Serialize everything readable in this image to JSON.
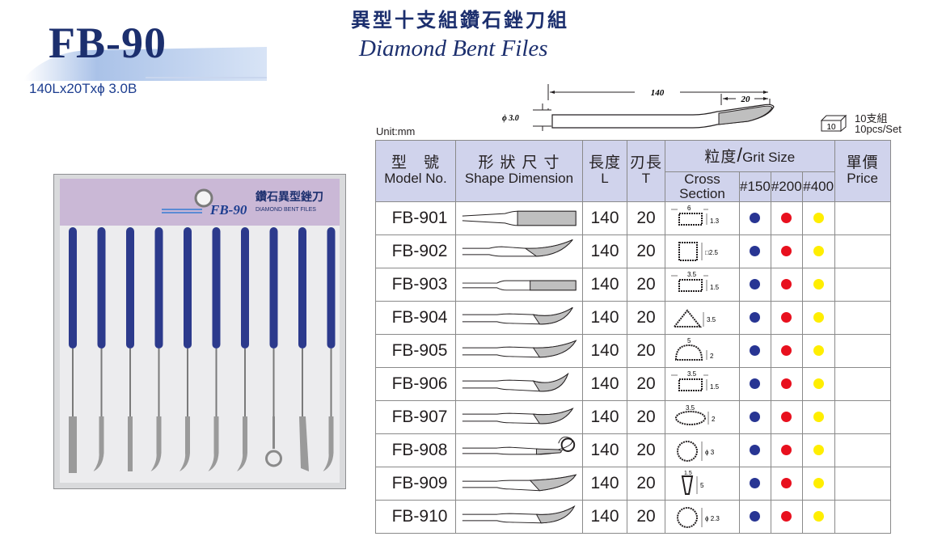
{
  "header": {
    "model_code": "FB-90",
    "title_zh": "異型十支組鑽石銼刀組",
    "title_en": "Diamond Bent Files",
    "spec_line": "140Lx20Txϕ 3.0B"
  },
  "product_photo": {
    "package_label_model": "FB-90",
    "package_label_zh": "鑽石異型銼刀",
    "package_label_en": "DIAMOND BENT FILES"
  },
  "drawing": {
    "length": "140",
    "tip_length": "20",
    "diameter": "ϕ 3.0"
  },
  "unit_label": "Unit:mm",
  "set_info": {
    "icon": "box-icon",
    "icon_text": "10",
    "zh": "10支組",
    "en": "10pcs/Set"
  },
  "table": {
    "headers": {
      "model_zh": "型　號",
      "model_en": "Model No.",
      "shape_zh": "形 狀 尺 寸",
      "shape_en": "Shape Dimension",
      "length_zh": "長度",
      "length_en": "L",
      "tip_zh": "刃長",
      "tip_en": "T",
      "grit_zh": "粒度",
      "grit_slash": "/",
      "grit_en": "Grit Size",
      "cross_section": "Cross Section",
      "g150": "#150",
      "g200": "#200",
      "g400": "#400",
      "price_zh": "單價",
      "price_en": "Price"
    },
    "grit_colors": {
      "g150": "#283593",
      "g200": "#e8101e",
      "g400": "#ffee00"
    },
    "rows": [
      {
        "model": "FB-901",
        "length": "140",
        "tip": "20",
        "xs": "flat",
        "dims": [
          "6",
          "1.3"
        ]
      },
      {
        "model": "FB-902",
        "length": "140",
        "tip": "20",
        "xs": "square",
        "dims": [
          "□2.5"
        ]
      },
      {
        "model": "FB-903",
        "length": "140",
        "tip": "20",
        "xs": "flat",
        "dims": [
          "3.5",
          "1.5"
        ]
      },
      {
        "model": "FB-904",
        "length": "140",
        "tip": "20",
        "xs": "triangle",
        "dims": [
          "3.5"
        ]
      },
      {
        "model": "FB-905",
        "length": "140",
        "tip": "20",
        "xs": "half-round",
        "dims": [
          "5",
          "2"
        ]
      },
      {
        "model": "FB-906",
        "length": "140",
        "tip": "20",
        "xs": "flat",
        "dims": [
          "3.5",
          "1.5"
        ]
      },
      {
        "model": "FB-907",
        "length": "140",
        "tip": "20",
        "xs": "oval",
        "dims": [
          "3.5",
          "2"
        ]
      },
      {
        "model": "FB-908",
        "length": "140",
        "tip": "20",
        "xs": "round",
        "dims": [
          "ϕ 3"
        ]
      },
      {
        "model": "FB-909",
        "length": "140",
        "tip": "20",
        "xs": "knife",
        "dims": [
          "1.5",
          "5"
        ]
      },
      {
        "model": "FB-910",
        "length": "140",
        "tip": "20",
        "xs": "round",
        "dims": [
          "ϕ 2.3"
        ]
      }
    ]
  }
}
